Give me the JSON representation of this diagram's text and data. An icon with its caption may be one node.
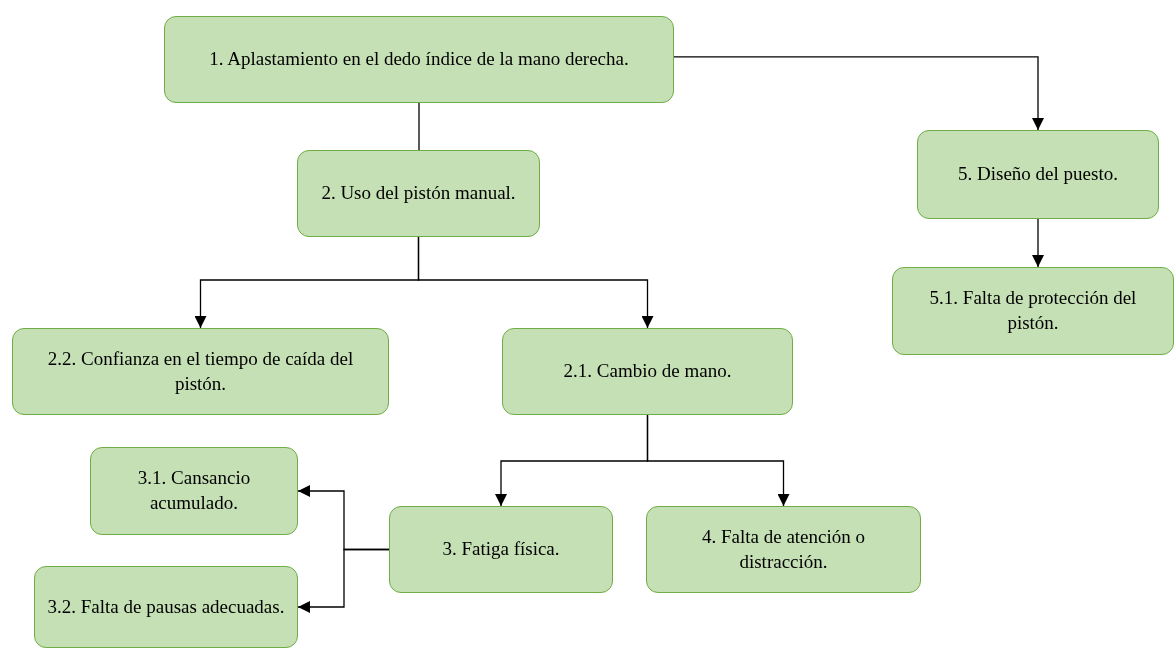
{
  "diagram": {
    "nodes": [
      {
        "text": [
          "1. Aplastamiento en el dedo índice de la mano derecha."
        ]
      },
      {
        "text": [
          "2. Uso del pistón manual."
        ]
      },
      {
        "text": [
          "2.2. Confianza en el tiempo de caída del pistón."
        ]
      },
      {
        "text": [
          "2.1. Cambio de mano."
        ]
      },
      {
        "text": [
          "3.1. Cansancio acumulado."
        ]
      },
      {
        "text": [
          "3.2. Falta de pausas adecuadas."
        ]
      },
      {
        "text": [
          "3. Fatiga física."
        ]
      },
      {
        "text": [
          "4. Falta de atención o distracción."
        ]
      },
      {
        "text": [
          "5. Diseño del puesto."
        ]
      },
      {
        "text": [
          "5.1. Falta de protección del pistón."
        ]
      }
    ],
    "edges": [
      {
        "from": 0,
        "to": 1,
        "arrow": "none"
      },
      {
        "from": 1,
        "to": 2,
        "arrow": "to"
      },
      {
        "from": 1,
        "to": 3,
        "arrow": "to"
      },
      {
        "from": 0,
        "to": 8,
        "arrow": "to"
      },
      {
        "from": 8,
        "to": 9,
        "arrow": "to"
      },
      {
        "from": 3,
        "to": 6,
        "arrow": "to"
      },
      {
        "from": 3,
        "to": 7,
        "arrow": "to"
      },
      {
        "from": 6,
        "to": 4,
        "arrow": "to"
      },
      {
        "from": 6,
        "to": 5,
        "arrow": "to"
      }
    ]
  }
}
